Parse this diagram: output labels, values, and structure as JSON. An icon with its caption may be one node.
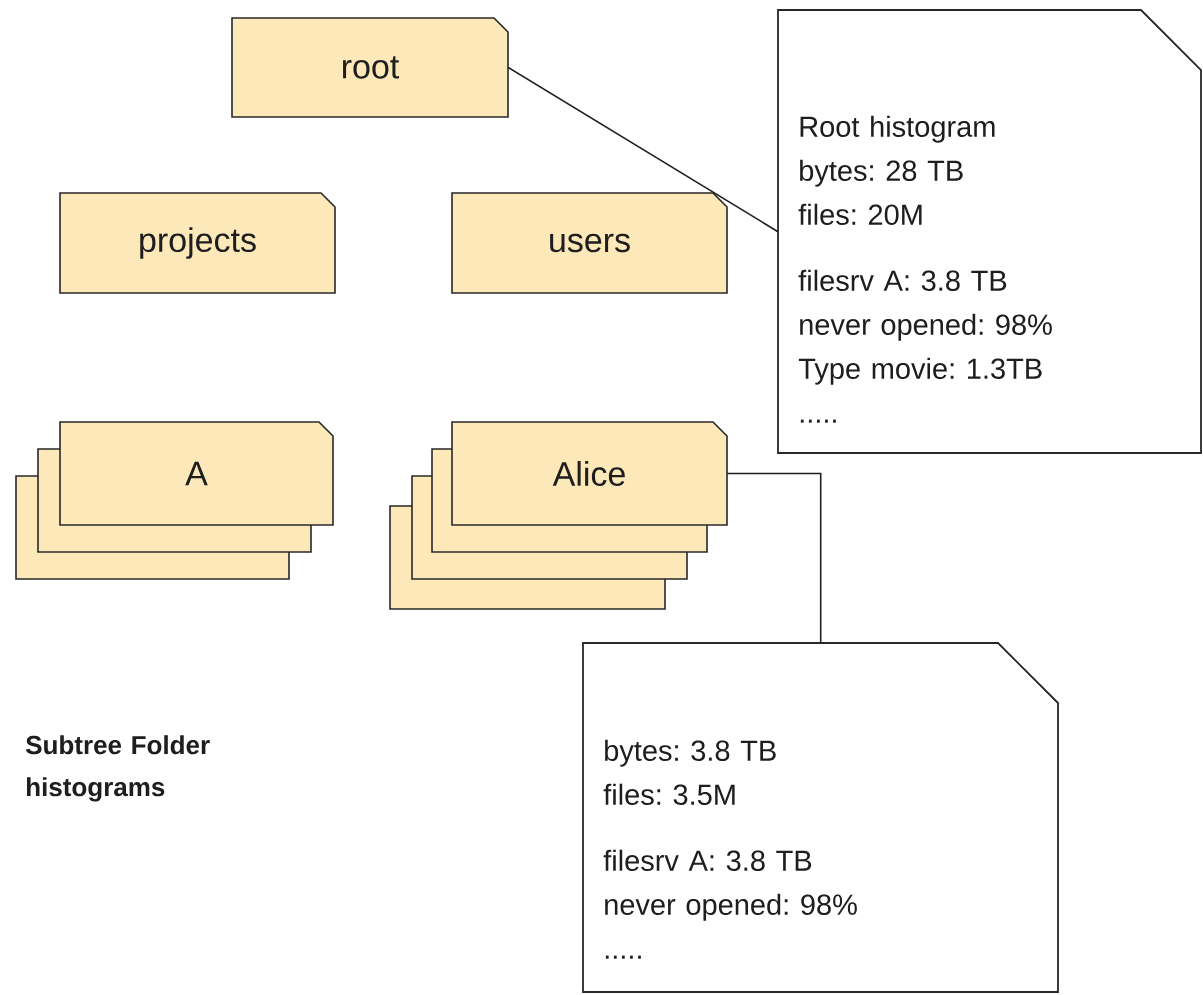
{
  "diagram": {
    "nodes": [
      {
        "text": [
          "root"
        ]
      },
      {
        "text": [
          "projects"
        ]
      },
      {
        "text": [
          "users"
        ]
      },
      {
        "text": [
          "A"
        ]
      },
      {
        "text": [
          "Alice"
        ]
      },
      {
        "text": [
          "Root histogram",
          "bytes: 28 TB",
          "files: 20M",
          "filesrv A: 3.8 TB",
          "never opened: 98%",
          "Type movie: 1.3TB",
          "....."
        ]
      },
      {
        "text": [
          "bytes: 3.8 TB",
          "files: 3.5M",
          "filesrv A: 3.8 TB",
          "never opened: 98%",
          "....."
        ]
      }
    ],
    "edges": [
      {
        "from": 0,
        "to": 5,
        "arrow": "none"
      },
      {
        "from": 4,
        "to": 6,
        "arrow": "none"
      }
    ],
    "labels": [
      "Subtree Folder histograms"
    ]
  }
}
